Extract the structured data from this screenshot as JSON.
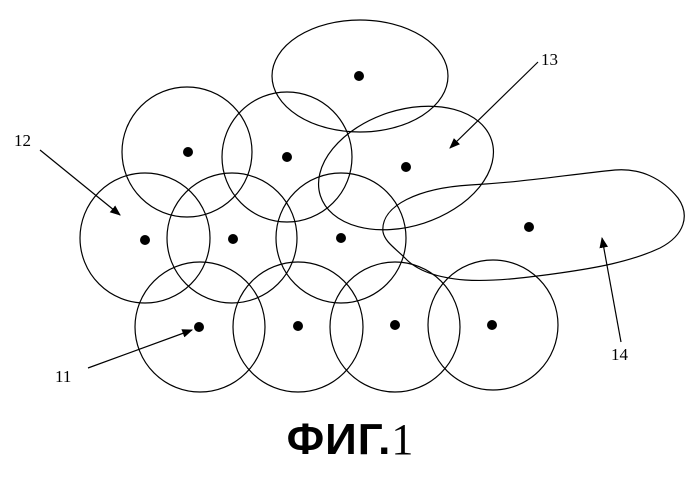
{
  "figure": {
    "caption_word": "ФИГ.",
    "caption_number": "1",
    "labels": {
      "cell_11": "11",
      "cell_12": "12",
      "cell_13": "13",
      "cell_14": "14"
    },
    "line_color": "#000000",
    "background_color": "#ffffff"
  }
}
